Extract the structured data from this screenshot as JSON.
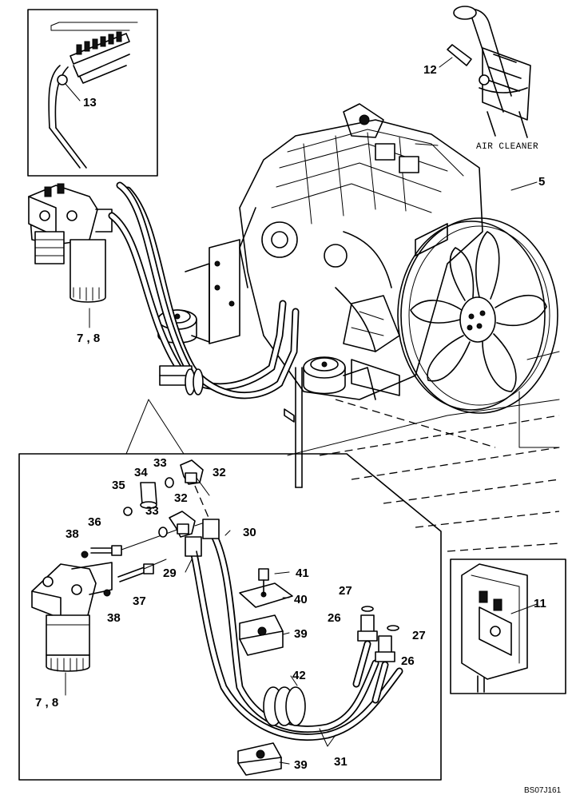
{
  "callouts": [
    {
      "id": "13",
      "text": "13"
    },
    {
      "id": "12",
      "text": "12"
    },
    {
      "id": "5",
      "text": "5"
    },
    {
      "id": "7_8_top",
      "text": "7 , 8"
    },
    {
      "id": "34",
      "text": "34"
    },
    {
      "id": "33a",
      "text": "33"
    },
    {
      "id": "32a",
      "text": "32"
    },
    {
      "id": "35",
      "text": "35"
    },
    {
      "id": "32b",
      "text": "32"
    },
    {
      "id": "33b",
      "text": "33"
    },
    {
      "id": "36",
      "text": "36"
    },
    {
      "id": "38a",
      "text": "38"
    },
    {
      "id": "30",
      "text": "30"
    },
    {
      "id": "29",
      "text": "29"
    },
    {
      "id": "37",
      "text": "37"
    },
    {
      "id": "38b",
      "text": "38"
    },
    {
      "id": "41",
      "text": "41"
    },
    {
      "id": "40",
      "text": "40"
    },
    {
      "id": "27a",
      "text": "27"
    },
    {
      "id": "26a",
      "text": "26"
    },
    {
      "id": "39a",
      "text": "39"
    },
    {
      "id": "27b",
      "text": "27"
    },
    {
      "id": "26b",
      "text": "26"
    },
    {
      "id": "11",
      "text": "11"
    },
    {
      "id": "7_8_bottom",
      "text": "7 , 8"
    },
    {
      "id": "42",
      "text": "42"
    },
    {
      "id": "31",
      "text": "31"
    },
    {
      "id": "39b",
      "text": "39"
    }
  ],
  "note_air_cleaner": "AIR CLEANER",
  "drawing_ref": "BS07J161",
  "colors": {
    "line": "#000000",
    "background": "#ffffff"
  }
}
